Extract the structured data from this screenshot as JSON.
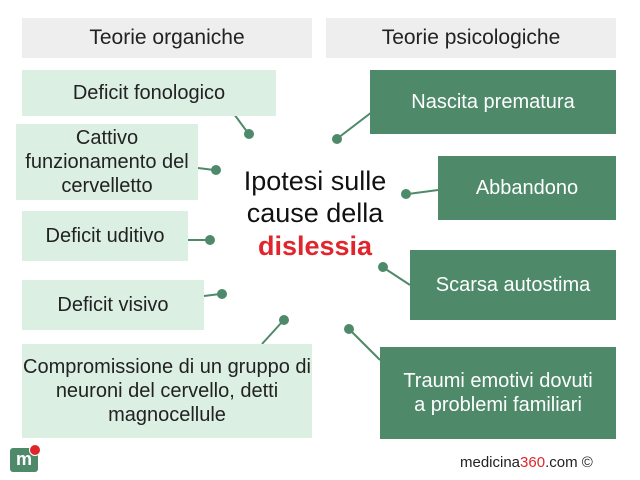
{
  "headers": {
    "left": "Teorie organiche",
    "right": "Teorie psicologiche"
  },
  "center": {
    "line1": "Ipotesi sulle",
    "line2": "cause della",
    "highlight": "dislessia"
  },
  "organic_causes": [
    "Deficit fonologico",
    "Cattivo funzionamento del cervelletto",
    "Deficit uditivo",
    "Deficit visivo",
    "Compromissione di un gruppo di neuroni del cervello, detti magnocellule"
  ],
  "psychological_causes": [
    "Nascita prematura",
    "Abbandono",
    "Scarsa autostima",
    "Traumi emotivi dovuti a problemi familiari"
  ],
  "footer": {
    "logo_letter": "m",
    "credit_prefix": "medicina",
    "credit_number": "360",
    "credit_suffix": ".com ©"
  },
  "colors": {
    "light_box": "#dcefe3",
    "dark_box": "#4e8a6a",
    "highlight": "#e0262c",
    "header_bg": "#eeeeee"
  }
}
